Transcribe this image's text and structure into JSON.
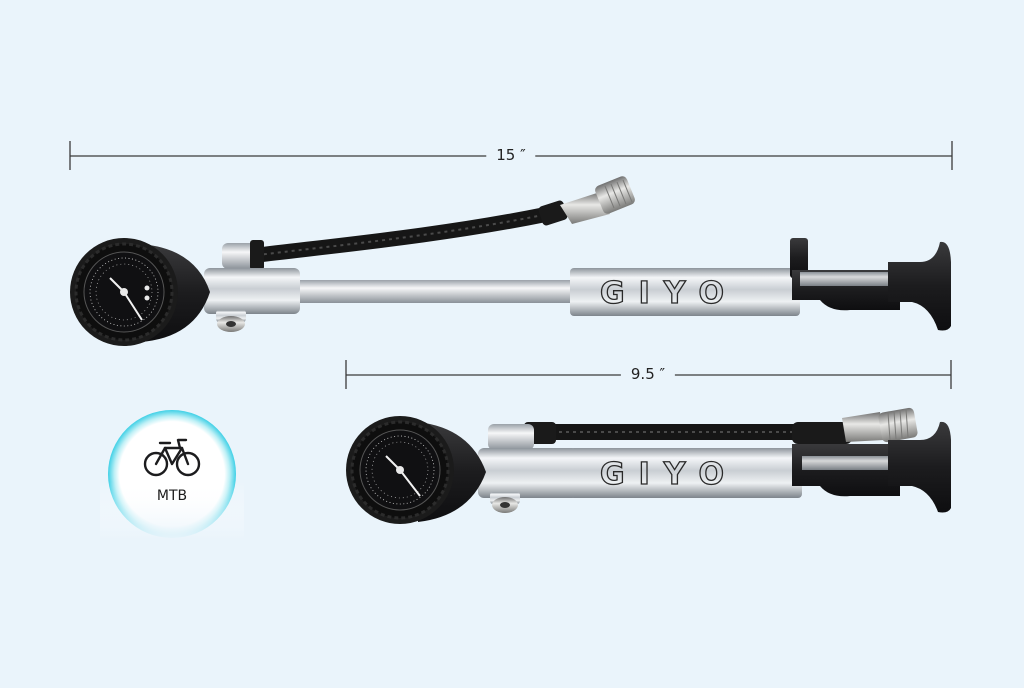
{
  "measurements": {
    "long_length_label": "15 ″",
    "short_length_label": "9.5 ″"
  },
  "brand": {
    "logo_text": "GIYO"
  },
  "badge": {
    "label": "MTB",
    "icon": "bicycle-icon",
    "accent_color": "#3fd0e6"
  },
  "colors": {
    "background": "#eaf4fb",
    "rubber": "#1c1c1e",
    "aluminum": "#c9ced3"
  }
}
